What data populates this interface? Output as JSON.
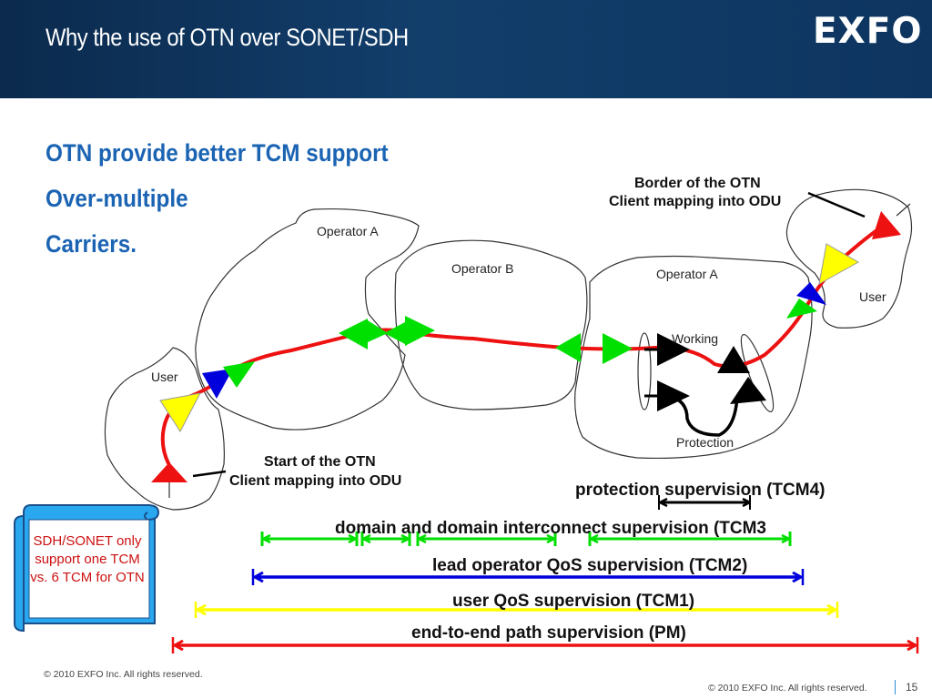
{
  "slide": {
    "title": "Why the use of OTN over SONET/SDH",
    "logo": "EXFO"
  },
  "headings": [
    "OTN provide better TCM support",
    "Over-multiple",
    "Carriers."
  ],
  "diagram": {
    "domains": {
      "user_left": "User",
      "operator_a_left": "Operator A",
      "operator_b": "Operator B",
      "operator_a_right": "Operator A",
      "user_right": "User"
    },
    "labels": {
      "working": "Working",
      "protection": "Protection",
      "border_line1": "Border of the OTN",
      "border_line2": "Client mapping into ODU",
      "start_line1": "Start of the OTN",
      "start_line2": "Client mapping into ODU"
    },
    "supervision_levels": [
      {
        "label": "protection supervision (TCM4)",
        "color": "#000000"
      },
      {
        "label": "domain and domain interconnect supervision (TCM3",
        "color": "#00e000"
      },
      {
        "label": "lead operator QoS supervision (TCM2)",
        "color": "#0000dd"
      },
      {
        "label": "user QoS supervision (TCM1)",
        "color": "#ffff00"
      },
      {
        "label": "end-to-end path supervision (PM)",
        "color": "#ee1111"
      }
    ]
  },
  "callout": {
    "text": "SDH/SONET only support one TCM vs. 6 TCM for OTN"
  },
  "footer": {
    "copyright_left": "© 2010 EXFO Inc. All rights reserved.",
    "copyright_right": "© 2010 EXFO Inc. All rights reserved.",
    "page_number": "15"
  }
}
